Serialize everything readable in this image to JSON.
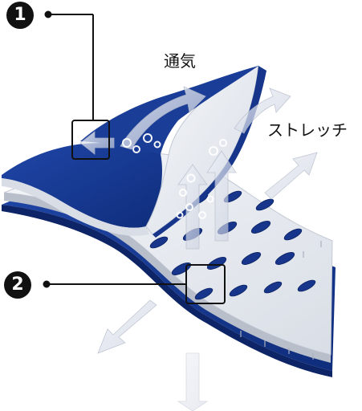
{
  "labels": {
    "breathable": "通気",
    "stretch": "ストレッチ"
  },
  "markers": [
    {
      "number": "1"
    },
    {
      "number": "2"
    }
  ],
  "colors": {
    "fabric_blue": "#16358b",
    "fabric_blue_dark": "#0d2466",
    "fabric_white": "#eceff3",
    "leader_line": "#111111",
    "arrow_tint": "#d6dbe7"
  }
}
